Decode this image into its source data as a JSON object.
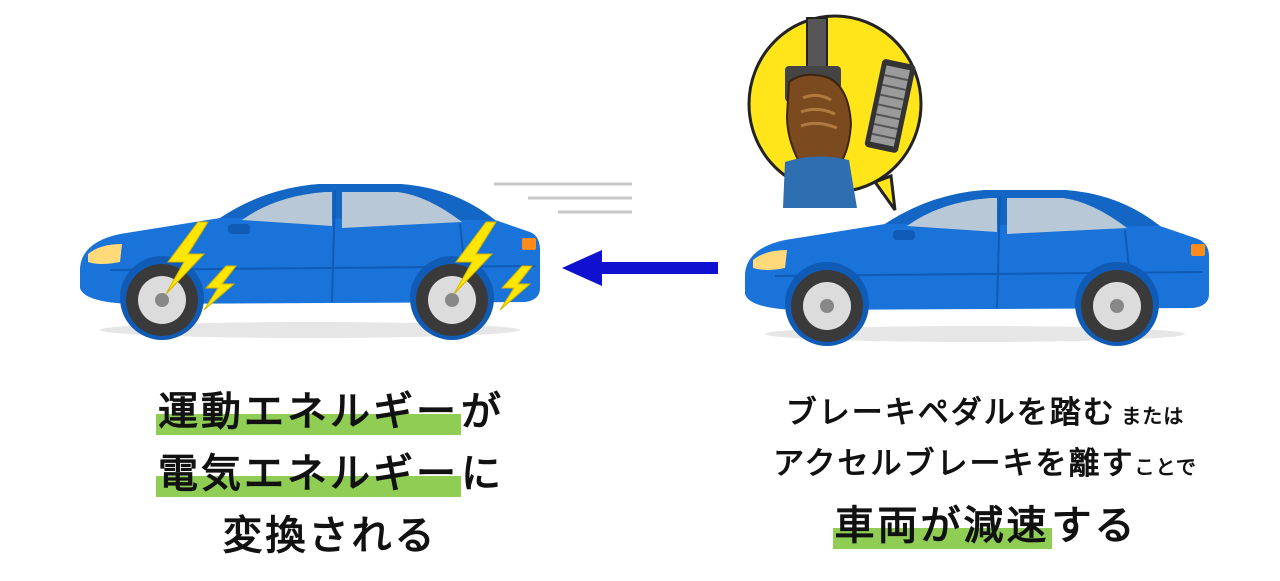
{
  "left_caption": {
    "line1_highlight": "運動エネルギー",
    "line1_rest": "が",
    "line2_highlight": "電気エネルギー",
    "line2_rest": "に",
    "line3": "変換される"
  },
  "right_caption": {
    "line1_main": "ブレーキペダルを踏む",
    "line1_small": "または",
    "line2_main": "アクセルブレーキを離す",
    "line2_small": "ことで",
    "line3_highlight": "車両が減速",
    "line3_rest": "する"
  },
  "colors": {
    "car_body": "#1a73d9",
    "car_dark": "#0f5bb5",
    "window": "#b9c8d6",
    "lightning": "#ffe600",
    "arrow": "#1010d0",
    "bubble": "#ffe51a",
    "highlight": "#8fcd55"
  },
  "icons": [
    "car-left-icon",
    "car-right-icon",
    "lightning-icon",
    "arrow-left-icon",
    "brake-pedal-bubble-icon",
    "speed-lines-icon"
  ]
}
